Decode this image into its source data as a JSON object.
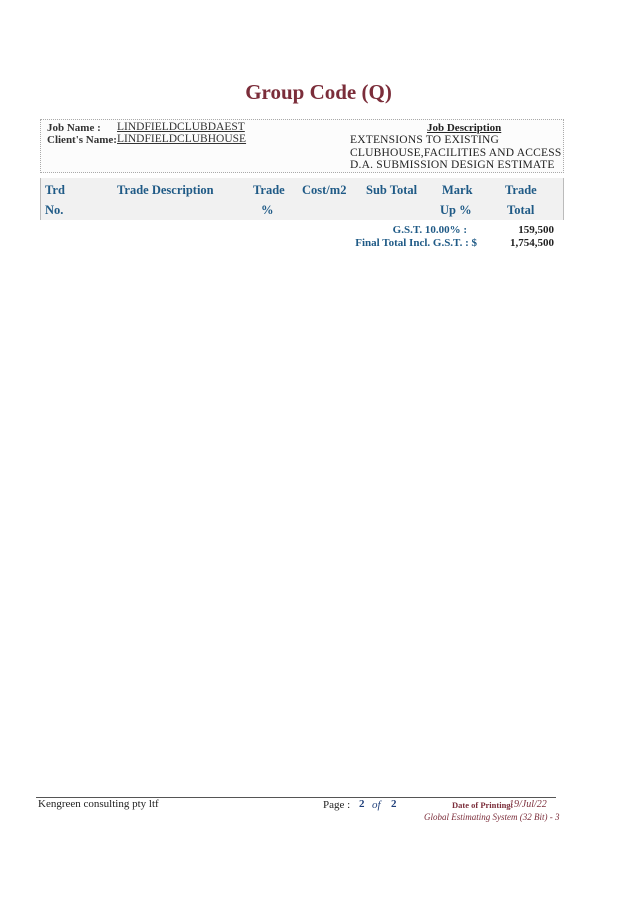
{
  "title": "Group Code (Q)",
  "job": {
    "job_name_label": "Job Name :",
    "job_name": "LINDFIELDCLUBDAEST",
    "client_name_label": "Client's Name:",
    "client_name": "LINDFIELDCLUBHOUSE",
    "description_label": "Job Description",
    "description_lines": [
      "EXTENSIONS TO EXISTING",
      "CLUBHOUSE,FACILITIES AND ACCESS",
      "D.A. SUBMISSION DESIGN ESTIMATE"
    ]
  },
  "table_header": {
    "trd": "Trd",
    "no": "No.",
    "trade_description": "Trade Description",
    "trade": "Trade",
    "percent": "%",
    "cost_m2": "Cost/m2",
    "sub_total": "Sub Total",
    "mark": "Mark",
    "up_pct": "Up %",
    "trade2": "Trade",
    "total": "Total"
  },
  "totals": {
    "gst_label": "G.S.T. 10.00% :",
    "gst_value": "159,500",
    "final_label": "Final Total Incl. G.S.T. : $",
    "final_value": "1,754,500"
  },
  "footer": {
    "company": "Kengreen consulting pty ltf",
    "page_label": "Page :",
    "page_num": "2",
    "of_label": "of",
    "page_total": "2",
    "date_label": "Date of Printing:",
    "date_value": "19/Jul/22",
    "system": "Global Estimating System (32 Bit)  - 3"
  },
  "colors": {
    "title": "#7b2d3a",
    "header_text": "#1f5a86"
  }
}
